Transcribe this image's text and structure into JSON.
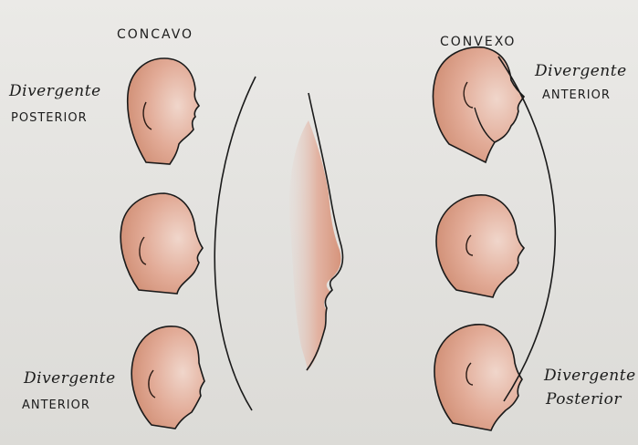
{
  "titles": {
    "left": "CONCAVO",
    "right": "CONVEXO"
  },
  "labels": {
    "left_top": {
      "line1": "Divergente",
      "line2": "POSTERIOR"
    },
    "left_bottom": {
      "line1": "Divergente",
      "line2": "ANTERIOR"
    },
    "right_top": {
      "line1": "Divergente",
      "line2": "ANTERIOR"
    },
    "right_bottom": {
      "line1": "Divergente",
      "line2": "Posterior"
    }
  },
  "colors": {
    "paper": "#e4e3e0",
    "skin": "#d99a82",
    "ink": "#1a1a1a"
  }
}
